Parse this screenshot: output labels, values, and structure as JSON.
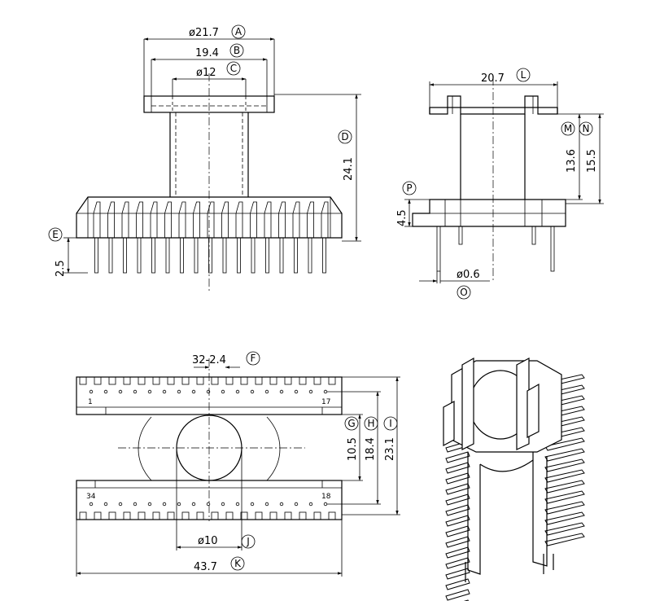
{
  "front_view": {
    "dims": {
      "d_flange": "ø21.7",
      "d_19_4": "19.4",
      "d_core": "ø12",
      "height": "24.1",
      "pin_len": "2.5"
    },
    "labels": {
      "A": "A",
      "B": "B",
      "C": "C",
      "D": "D",
      "E": "E"
    }
  },
  "side_view": {
    "dims": {
      "width": "20.7",
      "h1": "13.6",
      "h2": "15.5",
      "base_h": "4.5",
      "pin_d": "ø0.6"
    },
    "labels": {
      "L": "L",
      "M": "M",
      "N": "N",
      "O": "O",
      "P": "P"
    }
  },
  "top_view": {
    "dims": {
      "pitch": "32-2.4",
      "g": "10.5",
      "h": "18.4",
      "i": "23.1",
      "bore": "ø10",
      "length": "43.7"
    },
    "labels": {
      "F": "F",
      "G": "G",
      "H": "H",
      "I": "I",
      "J": "J",
      "K": "K"
    },
    "pins": {
      "p1": "1",
      "p17": "17",
      "p18": "18",
      "p34": "34"
    }
  }
}
